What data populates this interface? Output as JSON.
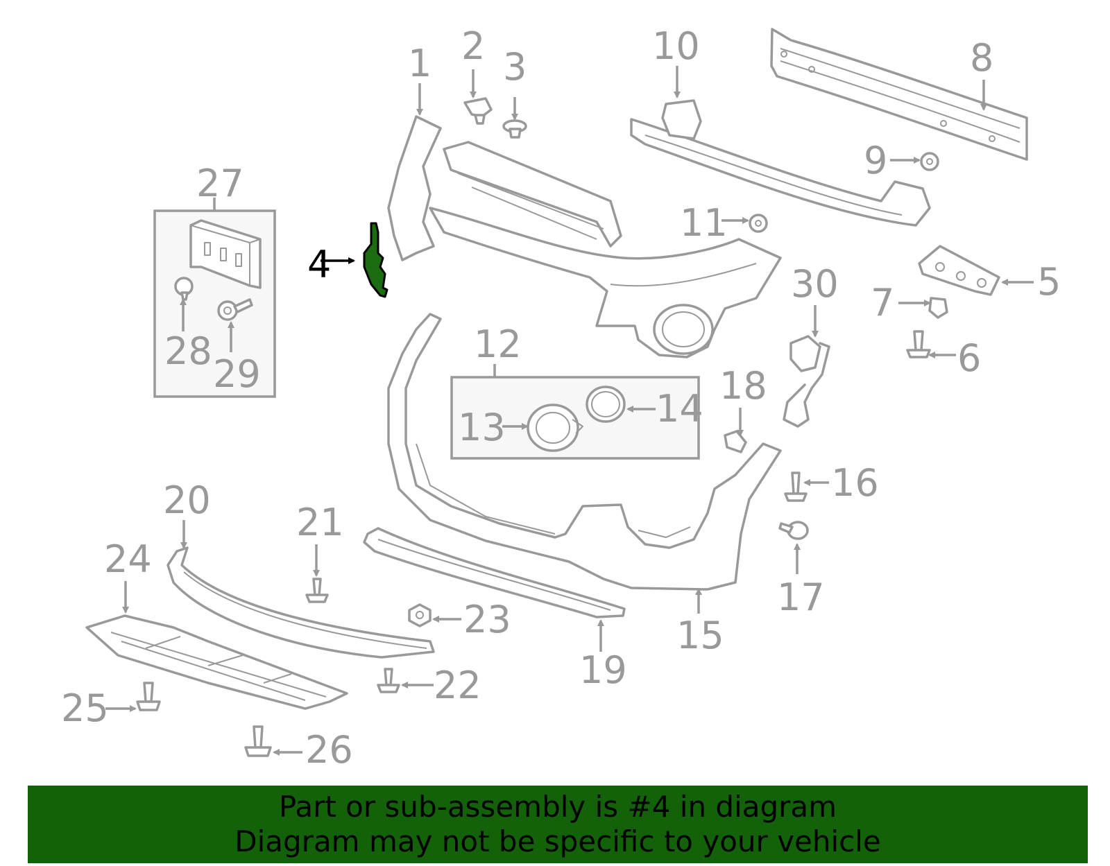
{
  "diagram": {
    "highlighted_part": "4",
    "part_labels": [
      "1",
      "2",
      "3",
      "4",
      "5",
      "6",
      "7",
      "8",
      "9",
      "10",
      "11",
      "12",
      "13",
      "14",
      "15",
      "16",
      "17",
      "18",
      "19",
      "20",
      "21",
      "22",
      "23",
      "24",
      "25",
      "26",
      "27",
      "28",
      "29",
      "30"
    ],
    "colors": {
      "line": "#999999",
      "highlight_fill": "#1c6d12",
      "banner_bg": "#13620a"
    }
  },
  "banner": {
    "line1": "Part or sub-assembly is #4 in diagram",
    "line2": "Diagram may not be specific to your vehicle"
  }
}
